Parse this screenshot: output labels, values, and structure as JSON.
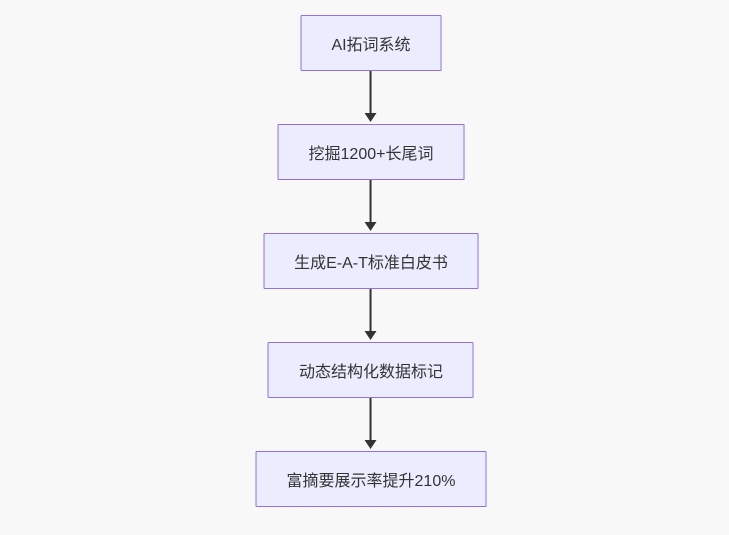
{
  "diagram": {
    "type": "flowchart",
    "direction": "top-down",
    "nodes": [
      {
        "id": "node-1",
        "label": "AI拓词系统"
      },
      {
        "id": "node-2",
        "label": "挖掘1200+长尾词"
      },
      {
        "id": "node-3",
        "label": "生成E-A-T标准白皮书"
      },
      {
        "id": "node-4",
        "label": "动态结构化数据标记"
      },
      {
        "id": "node-5",
        "label": "富摘要展示率提升210%"
      }
    ],
    "edges": [
      {
        "from": "node-1",
        "to": "node-2"
      },
      {
        "from": "node-2",
        "to": "node-3"
      },
      {
        "from": "node-3",
        "to": "node-4"
      },
      {
        "from": "node-4",
        "to": "node-5"
      }
    ],
    "colors": {
      "background": "#F8F8F8",
      "node_fill": "#ECECFF",
      "node_border": "#9370DB",
      "node_text": "#333333",
      "arrow": "#333333"
    }
  }
}
